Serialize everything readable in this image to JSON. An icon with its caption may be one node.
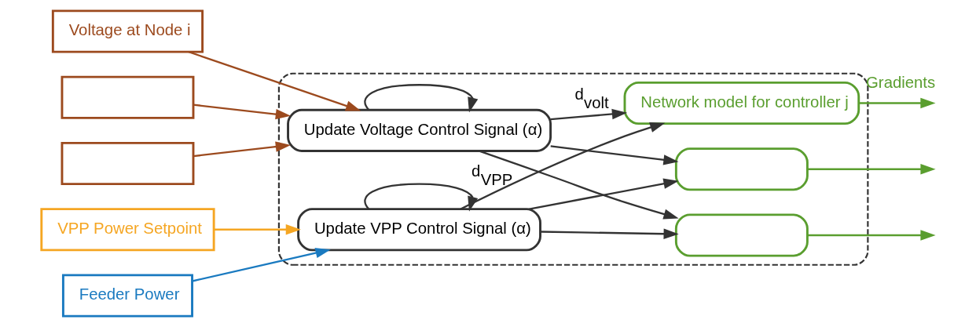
{
  "diagram": {
    "nodes": [
      {
        "text": [],
        "shape": "box"
      },
      {
        "text": [
          "Voltage at Node i"
        ]
      },
      {
        "text": [],
        "shape": "box"
      },
      {
        "text": [],
        "shape": "box"
      },
      {
        "text": [
          "VPP Power Setpoint"
        ]
      },
      {
        "text": [
          "Feeder Power"
        ]
      },
      {
        "text": [
          "Update Voltage Control Signal (α)"
        ],
        "in": 0
      },
      {
        "text": [
          "Update VPP Control Signal (α)"
        ],
        "in": 0
      },
      {
        "text": [
          "Network model for controller j"
        ],
        "in": 0
      },
      {
        "text": [],
        "shape": "box",
        "in": 0
      },
      {
        "text": [],
        "shape": "box",
        "in": 0
      }
    ],
    "edges": [
      {
        "from": 1,
        "to": 6,
        "arrow": "to",
        "color": "#9c4a1e"
      },
      {
        "from": 2,
        "to": 6,
        "arrow": "to",
        "color": "#9c4a1e"
      },
      {
        "from": 3,
        "to": 6,
        "arrow": "to",
        "color": "#9c4a1e"
      },
      {
        "from": 4,
        "to": 7,
        "arrow": "to",
        "color": "#f5a623"
      },
      {
        "from": 5,
        "to": 7,
        "arrow": "to",
        "color": "#1a7ac0"
      },
      {
        "from": 6,
        "to": 6,
        "arrow": "to"
      },
      {
        "from": 7,
        "to": 7,
        "arrow": "to"
      },
      {
        "from": 6,
        "to": 8,
        "arrow": "to",
        "label": "d$_{volt}$"
      },
      {
        "from": 6,
        "to": 9,
        "arrow": "to"
      },
      {
        "from": 6,
        "to": 10,
        "arrow": "to"
      },
      {
        "from": 7,
        "to": 8,
        "arrow": "to",
        "label": "d$_{VPP}$"
      },
      {
        "from": 7,
        "to": 9,
        "arrow": "to"
      },
      {
        "from": 7,
        "to": 10,
        "arrow": "to"
      },
      {
        "from": 8,
        "to": null,
        "arrow": "to",
        "color": "#5a9e2f",
        "label": "Gradients"
      },
      {
        "from": 9,
        "to": null,
        "arrow": "to",
        "color": "#5a9e2f"
      },
      {
        "from": 10,
        "to": null,
        "arrow": "to",
        "color": "#5a9e2f"
      }
    ]
  }
}
